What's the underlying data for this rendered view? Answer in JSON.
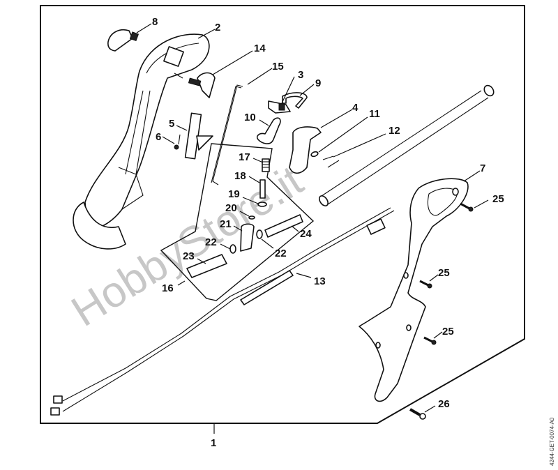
{
  "diagram": {
    "title_part": "1",
    "watermark": "HobbyStore.it",
    "drawing_code": "4244-GET-0074-A0",
    "colors": {
      "line": "#111111",
      "background": "#ffffff",
      "watermark": "#b5b5b5"
    },
    "callouts": [
      {
        "id": "c8",
        "label": "8",
        "part": "knob"
      },
      {
        "id": "c2",
        "label": "2",
        "part": "handle-housing-left"
      },
      {
        "id": "c14",
        "label": "14",
        "part": "switch"
      },
      {
        "id": "c15",
        "label": "15",
        "part": "throttle-rod"
      },
      {
        "id": "c3",
        "label": "3",
        "part": "lock-lever"
      },
      {
        "id": "c9",
        "label": "9",
        "part": "spring-clip"
      },
      {
        "id": "c10",
        "label": "10",
        "part": "lever"
      },
      {
        "id": "c4",
        "label": "4",
        "part": "throttle-trigger"
      },
      {
        "id": "c11",
        "label": "11",
        "part": "pin"
      },
      {
        "id": "c12",
        "label": "12",
        "part": "torsion-spring"
      },
      {
        "id": "c5",
        "label": "5",
        "part": "slide"
      },
      {
        "id": "c6",
        "label": "6",
        "part": "spring"
      },
      {
        "id": "c17",
        "label": "17",
        "part": "compression-spring"
      },
      {
        "id": "c18",
        "label": "18",
        "part": "valve"
      },
      {
        "id": "c19",
        "label": "19",
        "part": "o-ring"
      },
      {
        "id": "c20",
        "label": "20",
        "part": "o-ring-small"
      },
      {
        "id": "c21",
        "label": "21",
        "part": "elbow-connector"
      },
      {
        "id": "c22a",
        "label": "22",
        "part": "o-ring-left"
      },
      {
        "id": "c22b",
        "label": "22",
        "part": "o-ring-right"
      },
      {
        "id": "c23",
        "label": "23",
        "part": "nipple"
      },
      {
        "id": "c24",
        "label": "24",
        "part": "connector"
      },
      {
        "id": "c16",
        "label": "16",
        "part": "valve-kit"
      },
      {
        "id": "c13",
        "label": "13",
        "part": "throttle-cable"
      },
      {
        "id": "c7",
        "label": "7",
        "part": "handle-housing-right"
      },
      {
        "id": "c25a",
        "label": "25",
        "part": "screw-top"
      },
      {
        "id": "c25b",
        "label": "25",
        "part": "screw-middle"
      },
      {
        "id": "c25c",
        "label": "25",
        "part": "screw-bottom"
      },
      {
        "id": "c26",
        "label": "26",
        "part": "screw-base"
      },
      {
        "id": "c1",
        "label": "1",
        "part": "handle-assembly"
      }
    ]
  }
}
